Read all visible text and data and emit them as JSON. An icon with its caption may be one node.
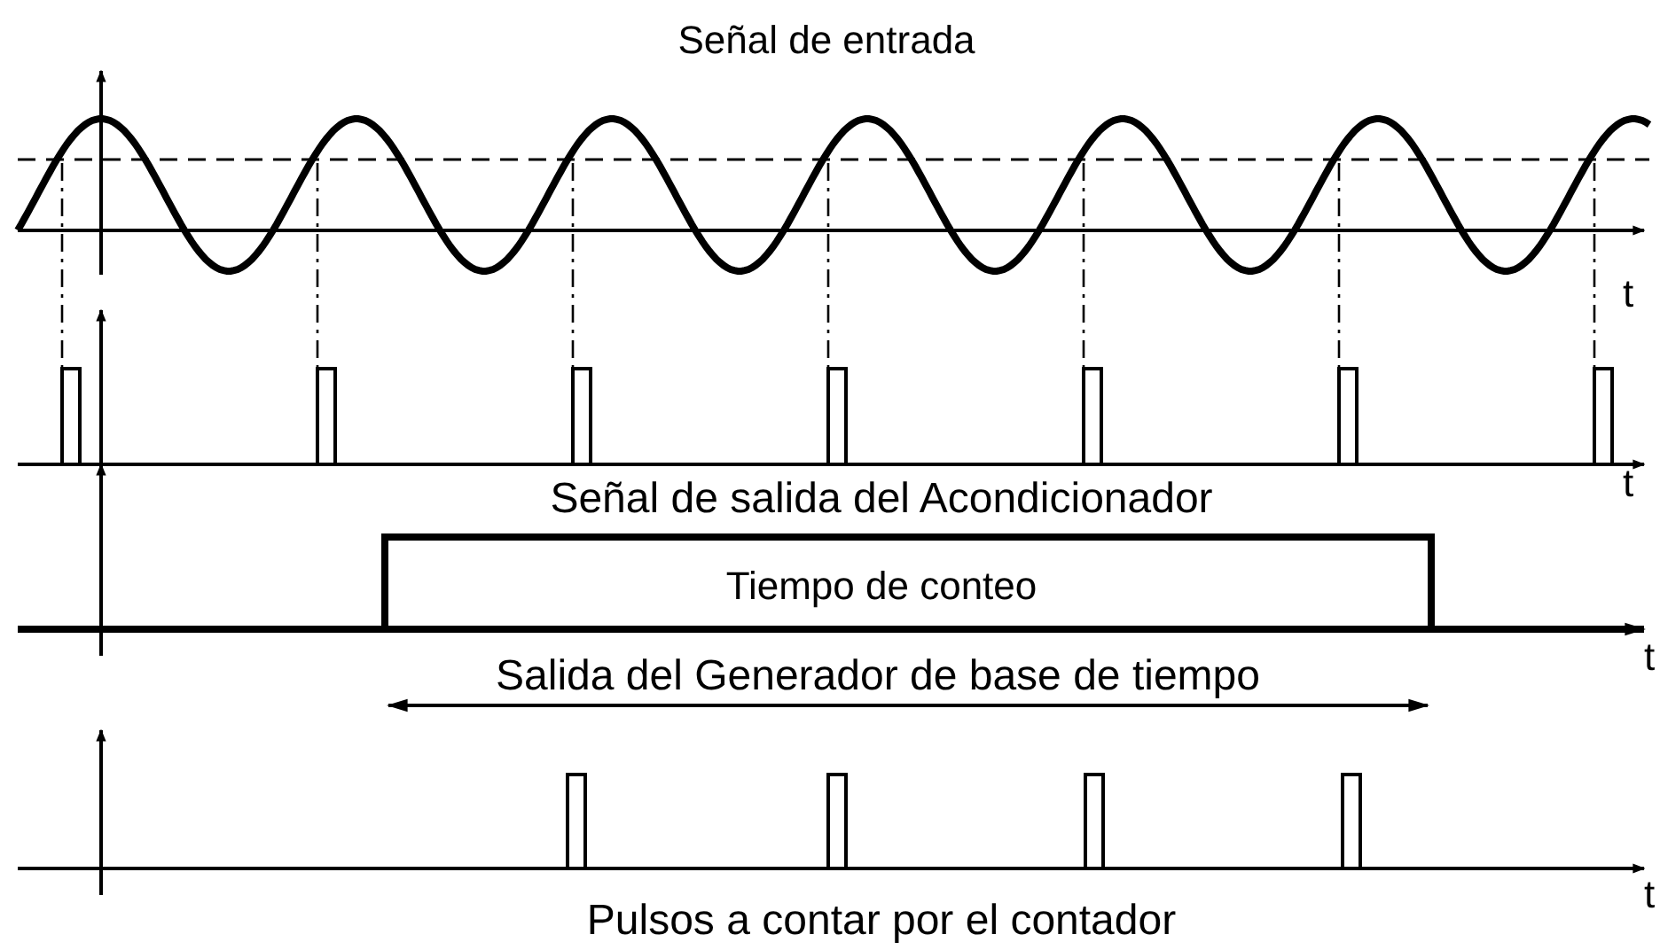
{
  "diagram": {
    "labels": [
      "Señal de entrada",
      "t",
      "t",
      "Señal de salida del Acondicionador",
      "Tiempo de conteo",
      "t",
      "Salida del Generador de base de tiempo",
      "t",
      "Pulsos a contar por el contador"
    ]
  }
}
